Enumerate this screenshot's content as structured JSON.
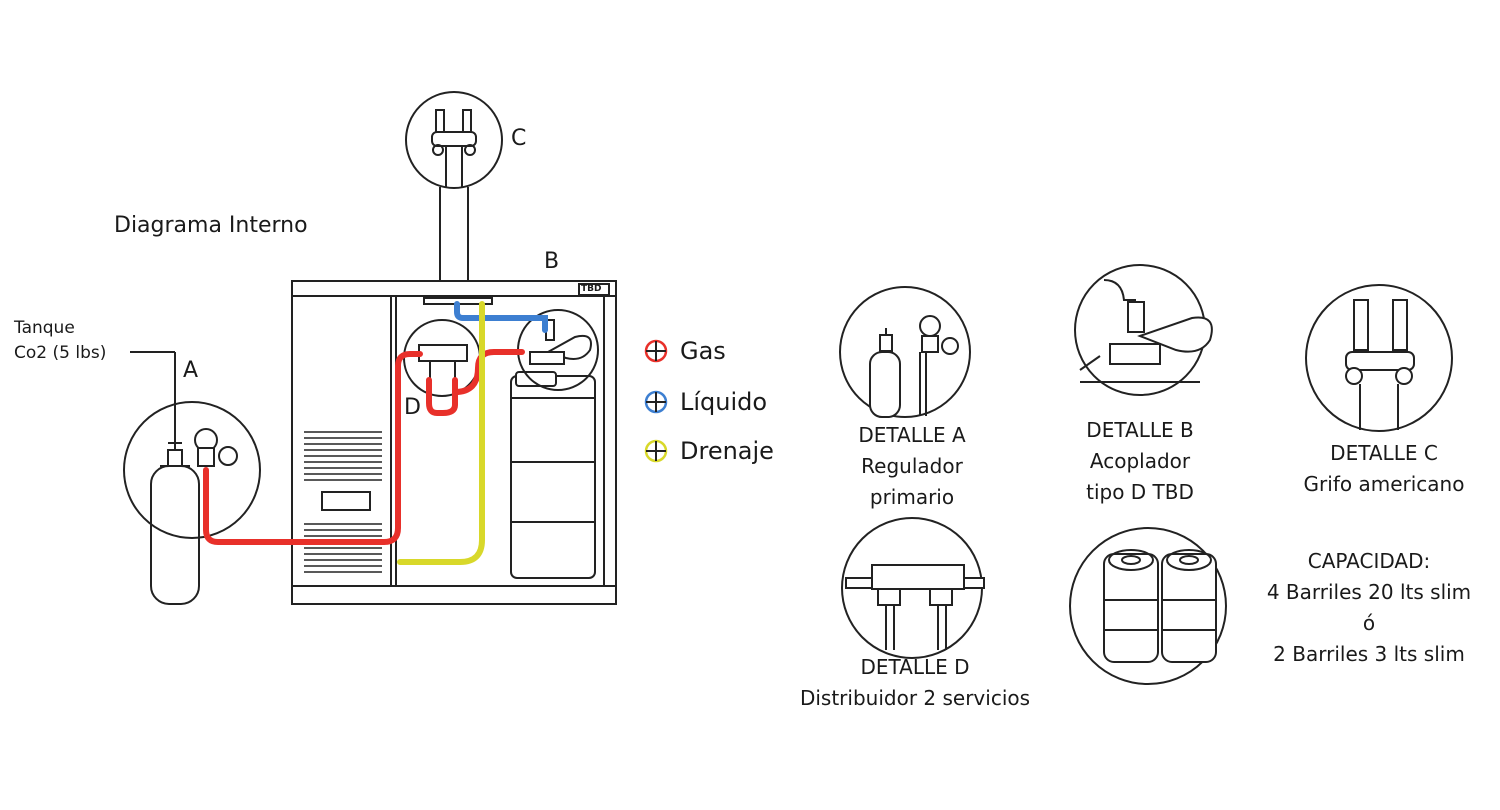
{
  "diagram": {
    "title": "Diagrama Interno",
    "tank_label_line1": "Tanque",
    "tank_label_line2": "Co2 (5 lbs)",
    "markers": {
      "a": "A",
      "b": "B",
      "c": "C",
      "d": "D"
    },
    "brand_plate": "TBD"
  },
  "legend": [
    {
      "label": "Gas",
      "color": "#e8302a"
    },
    {
      "label": "Líquido",
      "color": "#3d7fd1"
    },
    {
      "label": "Drenaje",
      "color": "#d8d82a"
    }
  ],
  "details": {
    "a": {
      "line1": "DETALLE A",
      "line2": "Regulador",
      "line3": "primario"
    },
    "b": {
      "line1": "DETALLE B",
      "line2": "Acoplador",
      "line3": "tipo D TBD"
    },
    "c": {
      "line1": "DETALLE C",
      "line2": "Grifo americano"
    },
    "d": {
      "line1": "DETALLE D",
      "line2": "Distribuidor 2 servicios"
    }
  },
  "capacity": {
    "line1": "CAPACIDAD:",
    "line2": "4 Barriles 20 lts slim",
    "line3": "ó",
    "line4": "2 Barriles 3 lts slim"
  }
}
